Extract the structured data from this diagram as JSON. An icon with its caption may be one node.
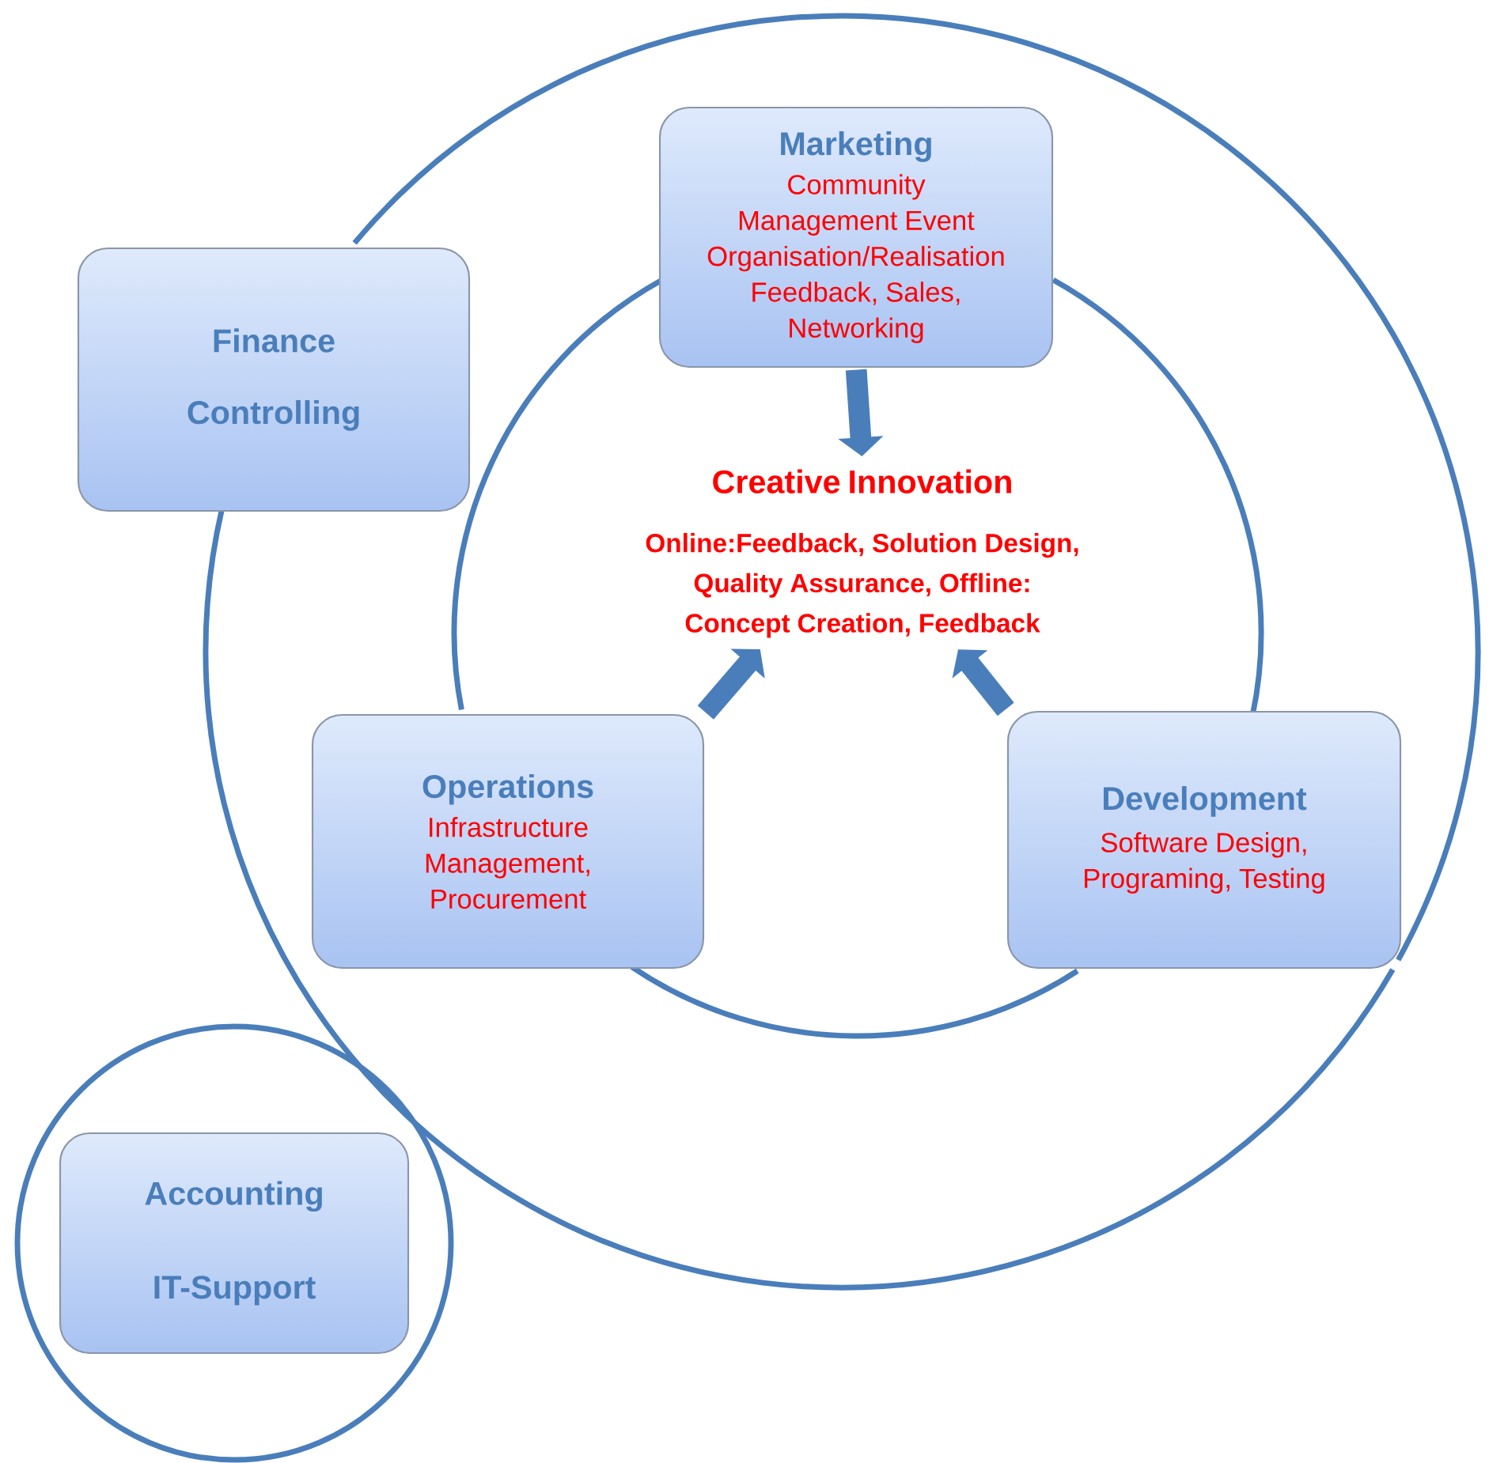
{
  "diagram": {
    "nodes": [
      {
        "text": [],
        "shape": "circle"
      },
      {
        "text": [],
        "shape": "circle",
        "in": 0
      },
      {
        "text": [
          "Marketing",
          "Community Management Event Organisation/Realisation Feedback, Sales, Networking"
        ],
        "in": 0
      },
      {
        "text": [
          "Creative Innovation",
          "Online:Feedback, Solution Design, Quality Assurance, Offline: Concept Creation, Feedback"
        ],
        "in": 1
      },
      {
        "text": [
          "Operations",
          "Infrastructure Management, Procurement"
        ],
        "in": 0
      },
      {
        "text": [
          "Development",
          "Software Design, Programing, Testing"
        ],
        "in": 0
      },
      {
        "text": [
          "Finance",
          "Controlling"
        ]
      },
      {
        "text": [],
        "shape": "circle"
      },
      {
        "text": [
          "Accounting",
          "IT-Support"
        ],
        "in": 7
      }
    ],
    "edges": [
      {
        "from": 2,
        "to": 3,
        "arrow": "to"
      },
      {
        "from": 4,
        "to": 3,
        "arrow": "to"
      },
      {
        "from": 5,
        "to": 3,
        "arrow": "to"
      }
    ]
  }
}
